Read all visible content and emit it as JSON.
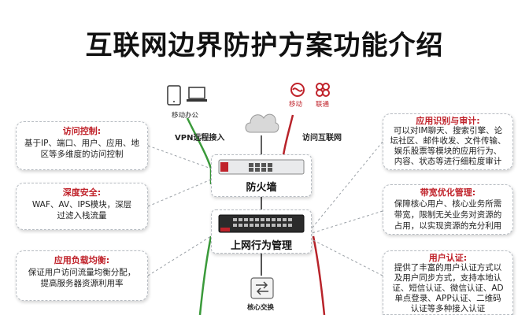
{
  "title": "互联网边界防护方案功能介绍",
  "top_nodes": {
    "mobile_office": "移动办公",
    "mobile_carrier": "移动",
    "unicom_carrier": "联通"
  },
  "connections": {
    "vpn_remote_access": "VPN远程接入",
    "internet_access": "访问互联网"
  },
  "devices": {
    "firewall": "防火墙",
    "behavior_mgmt": "上网行为管理",
    "core_switch": "核心交换"
  },
  "left_boxes": [
    {
      "title": "访问控制:",
      "body": [
        "基于IP、端口、用户、应用、地",
        "区等多维度的访问控制"
      ]
    },
    {
      "title": "深度安全:",
      "body": [
        "WAF、AV、IPS模块，深层",
        "过滤入栈流量"
      ]
    },
    {
      "title": "应用负载均衡:",
      "body": [
        "保证用户访问流量均衡分配，",
        "提高服务器资源利用率"
      ]
    }
  ],
  "right_boxes": [
    {
      "title": "应用识别与审计:",
      "body": [
        "可以对IM聊天、搜索引擎、论",
        "坛社区、邮件收发、文件传输、",
        "娱乐股票等模块的应用行为、",
        "内容、状态等进行细粒度审计"
      ]
    },
    {
      "title": "带宽优化管理:",
      "body": [
        "保障核心用户、核心业务所需",
        "带宽，限制无关业务对资源的",
        "占用，以实现资源的充分利用"
      ]
    },
    {
      "title": "用户认证:",
      "body": [
        "提供了丰富的用户认证方式以",
        "及用户同步方式，支持本地认",
        "证、短信认证、微信认证、AD",
        "单点登录、APP认证、二维码",
        "认证等多种接入认证"
      ]
    }
  ],
  "colors": {
    "accent_red": "#c0232b",
    "line_green": "#3a9a3a",
    "line_red": "#b8232a",
    "border_gray": "#b7bcc2"
  }
}
